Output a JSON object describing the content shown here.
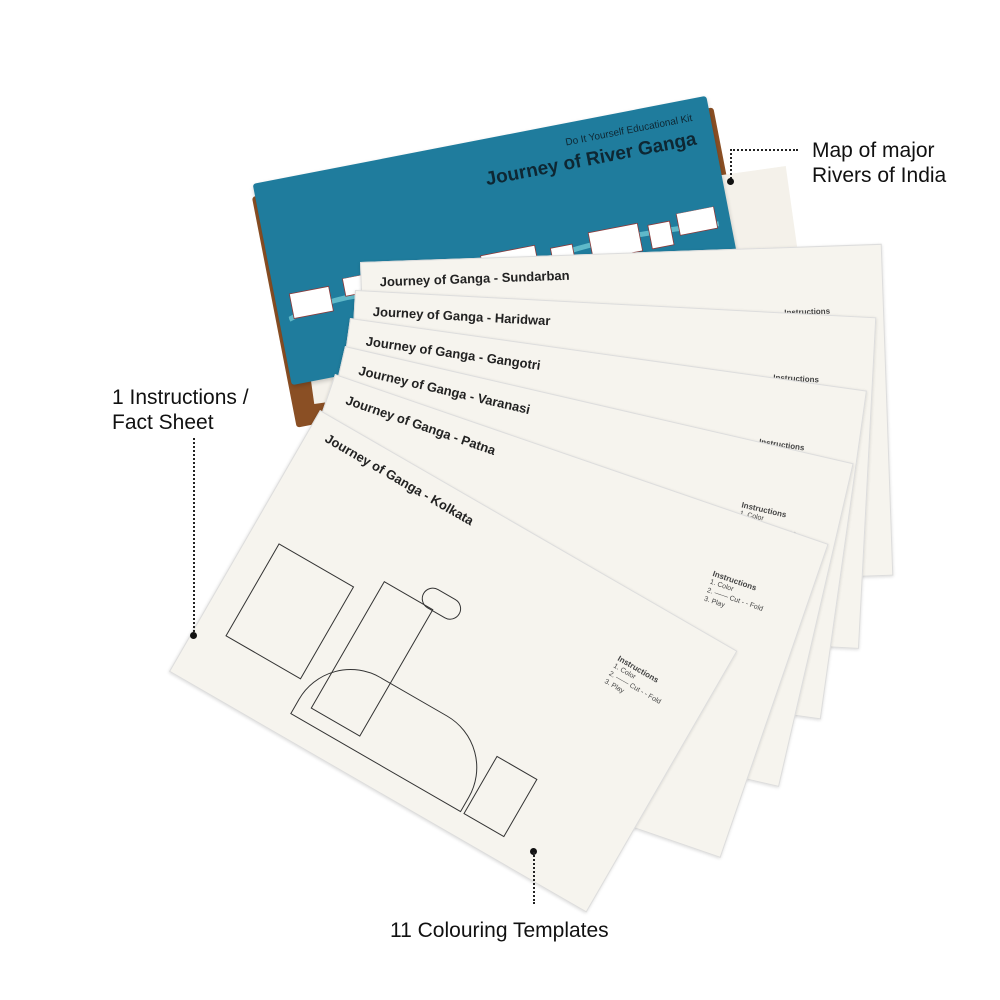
{
  "box": {
    "subtitle": "Do It Yourself Educational Kit",
    "title": "Journey of River Ganga",
    "color": "#1f7c9d"
  },
  "cards": [
    {
      "title": "Journey of Ganga - Sundarban"
    },
    {
      "title": "Journey of Ganga - Haridwar"
    },
    {
      "title": "Journey of Ganga - Gangotri"
    },
    {
      "title": "Journey of Ganga - Varanasi"
    },
    {
      "title": "Journey of Ganga - Patna"
    },
    {
      "title": "Journey of Ganga - Kolkata"
    }
  ],
  "instructions": {
    "heading": "Instructions",
    "step1": "1. Color",
    "step2": "2. —— Cut  - - Fold",
    "step3": "3. Play"
  },
  "annotations": {
    "map": "Map of major Rivers of India",
    "fact_sheet": "1 Instructions / Fact Sheet",
    "templates": "11 Colouring Templates"
  }
}
